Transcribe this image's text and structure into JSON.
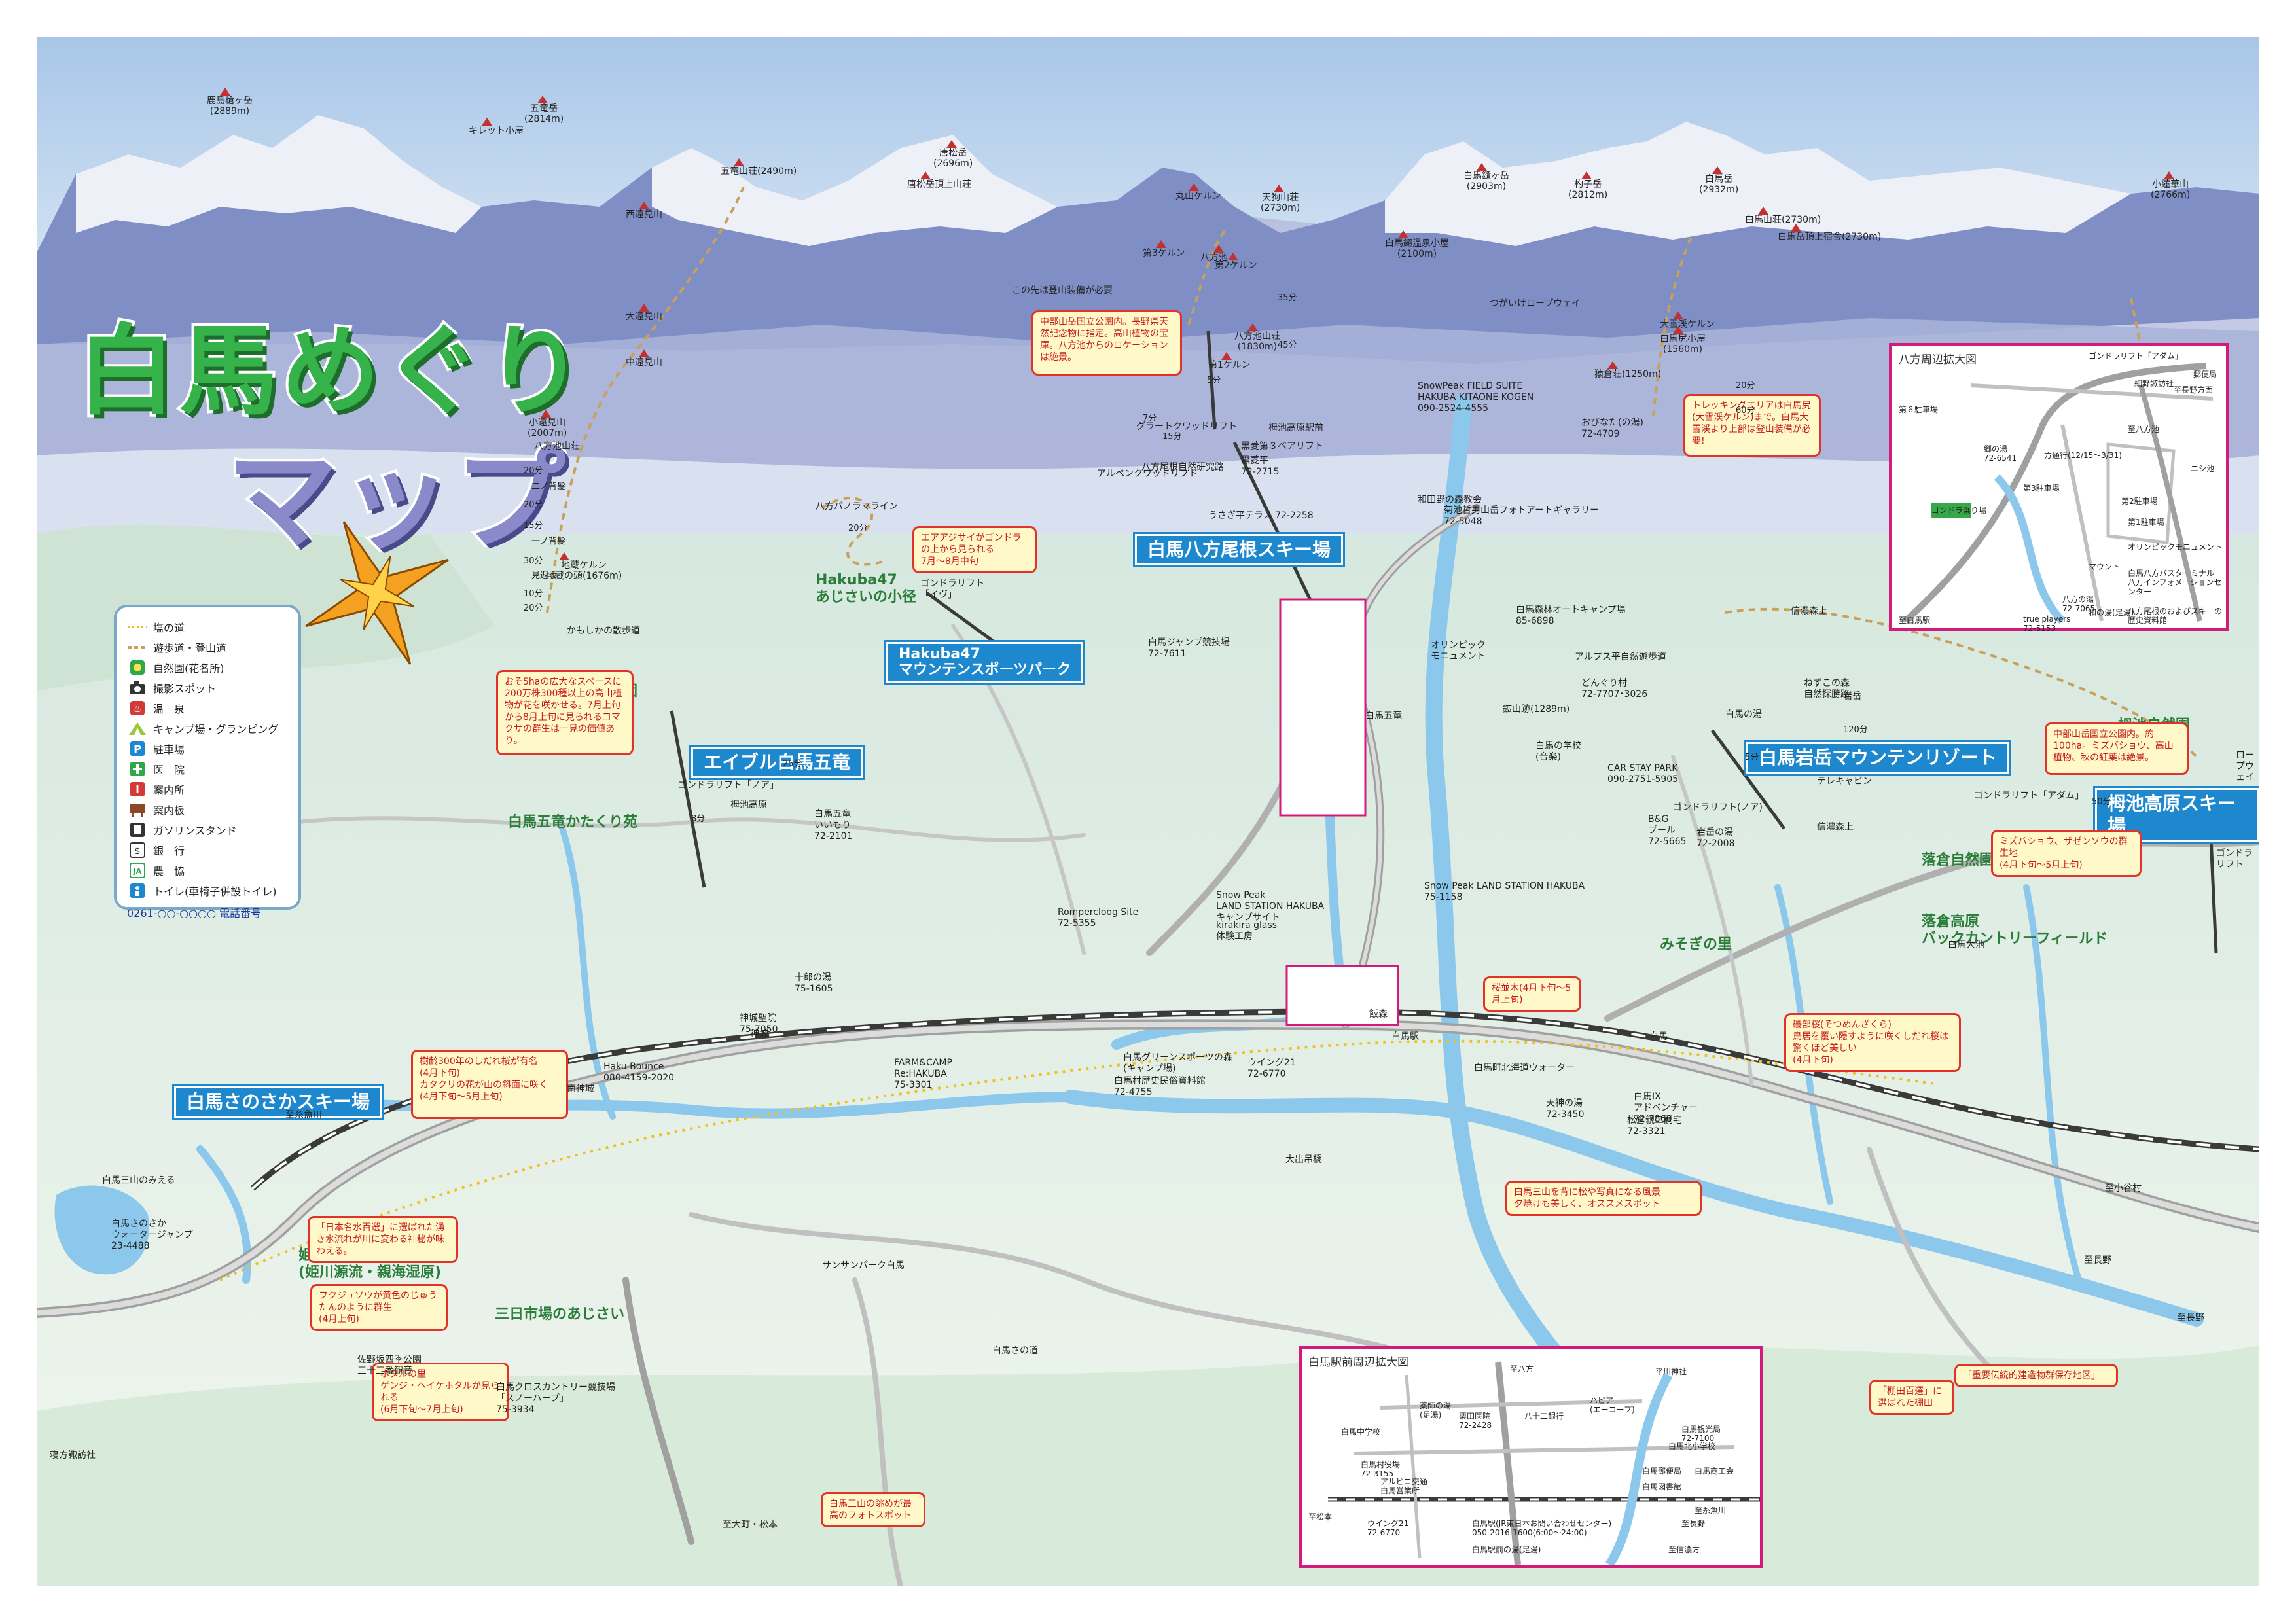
{
  "title": {
    "line1": "白馬めぐり",
    "line2": "マップ"
  },
  "legend": [
    {
      "icon": "salt-road-icon",
      "label": "塩の道"
    },
    {
      "icon": "trail-icon",
      "label": "遊歩道・登山道"
    },
    {
      "icon": "flower-park-icon",
      "label": "自然園(花名所)"
    },
    {
      "icon": "camera-icon",
      "label": "撮影スポット"
    },
    {
      "icon": "onsen-icon",
      "label": "温　泉"
    },
    {
      "icon": "camp-icon",
      "label": "キャンプ場・グランピング"
    },
    {
      "icon": "parking-icon",
      "label": "駐車場"
    },
    {
      "icon": "hospital-icon",
      "label": "医　院"
    },
    {
      "icon": "info-icon",
      "label": "案内所"
    },
    {
      "icon": "kiosk-icon",
      "label": "案内板"
    },
    {
      "icon": "gas-icon",
      "label": "ガソリンスタンド"
    },
    {
      "icon": "bank-icon",
      "label": "銀　行"
    },
    {
      "icon": "ja-icon",
      "label": "農　協"
    },
    {
      "icon": "toilet-icon",
      "label": "トイレ(車椅子併設トイレ)"
    }
  ],
  "legend_phone": "0261-○○-○○○○ 電話番号",
  "colors": {
    "trail": "#c9a05a",
    "road": "#b8b8b8",
    "river": "#8cc8ec",
    "accent": "#d21c7c",
    "ski": "#1e88cf",
    "title_green": "#36b24a",
    "title_purple": "#8a89c9"
  },
  "peaks": [
    {
      "name": "鹿島槍ヶ岳\n(2889m)"
    },
    {
      "name": "五竜岳\n(2814m)"
    },
    {
      "name": "キレット小屋"
    },
    {
      "name": "五竜山荘(2490m)"
    },
    {
      "name": "唐松岳\n(2696m)"
    },
    {
      "name": "唐松岳頂上山荘"
    },
    {
      "name": "丸山ケルン"
    },
    {
      "name": "天狗山荘\n(2730m)"
    },
    {
      "name": "白馬鑓温泉小屋\n(2100m)"
    },
    {
      "name": "白馬鑓ヶ岳\n(2903m)"
    },
    {
      "name": "杓子岳\n(2812m)"
    },
    {
      "name": "白馬岳\n(2932m)"
    },
    {
      "name": "白馬山荘(2730m)"
    },
    {
      "name": "白馬岳頂上宿舎(2730m)"
    },
    {
      "name": "小蓮華山\n(2766m)"
    },
    {
      "name": "大遠見山"
    },
    {
      "name": "中遠見山"
    },
    {
      "name": "西遠見山"
    },
    {
      "name": "小遠見山\n(2007m)"
    },
    {
      "name": "地蔵ケルン\n地蔵の頭(1676m)"
    },
    {
      "name": "八方池"
    },
    {
      "name": "第3ケルン"
    },
    {
      "name": "第2ケルン"
    },
    {
      "name": "八方池山荘\n(1830m)"
    },
    {
      "name": "第1ケルン"
    },
    {
      "name": "大雪渓ケルン"
    },
    {
      "name": "白馬尻小屋\n(1560m)"
    },
    {
      "name": "猿倉荘(1250m)"
    }
  ],
  "ski_areas": [
    {
      "label": "白馬八方尾根スキー場"
    },
    {
      "label": "エイブル白馬五竜"
    },
    {
      "label": "白馬岩岳マウンテンリゾート"
    },
    {
      "label": "栂池高原スキー場"
    },
    {
      "label": "白馬さのさかスキー場"
    },
    {
      "label": "Hakuba47\nマウンテンスポーツパーク"
    }
  ],
  "green_labels": [
    {
      "label": "Hakuba47\nあじさいの小径"
    },
    {
      "label": "白馬五竜高山植物園"
    },
    {
      "label": "白馬五竜かたくり苑"
    },
    {
      "label": "姫川源流自然探勝園\n(姫川源流・親海湿原)"
    },
    {
      "label": "三日市場のあじさい"
    },
    {
      "label": "栂池自然園"
    },
    {
      "label": "落倉自然園"
    },
    {
      "label": "落倉高原\nバックカントリーフィールド"
    },
    {
      "label": "みそぎの里"
    }
  ],
  "callouts": [
    {
      "text": "中部山岳国立公園内。長野県天然記念物に指定。高山植物の宝庫。八方池からのロケーションは絶景。"
    },
    {
      "text": "エアアジサイがゴンドラの上から見られる\n7月～8月中旬"
    },
    {
      "text": "おそ5haの広大なスペースに200万株300種以上の高山植物が花を咲かせる。7月上旬から8月上旬に見られるコマクサの群生は一見の価値あり。"
    },
    {
      "text": "トレッキングエリアは白馬尻(大雪渓ケルン)まで。白馬大雪渓より上部は登山装備が必要!"
    },
    {
      "text": "ミズバショウ、ザゼンソウの群生地\n(4月下旬～5月上旬)"
    },
    {
      "text": "中部山岳国立公園内。約100ha。ミズバショウ、高山植物、秋の紅葉は絶景。"
    },
    {
      "text": "樹齢300年のしだれ桜が有名\n(4月下旬)\nカタクリの花が山の斜面に咲く\n(4月下旬～5月上旬)"
    },
    {
      "text": "「日本名水百選」に選ばれた湧き水流れが川に変わる神秘が味わえる。"
    },
    {
      "text": "フクジュソウが黄色のじゅうたんのように群生\n(4月上旬)"
    },
    {
      "text": "ホタルの里\nゲンジ・ヘイケホタルが見られる\n(6月下旬～7月上旬)"
    },
    {
      "text": "白馬三山を背に松や写真になる風景\n夕焼けも美しく、オススメスポット"
    },
    {
      "text": "白馬三山の眺めが最高のフォトスポット"
    },
    {
      "text": "磯部桜(そつめんざくら)\n鳥居を覆い隠すように咲くしだれ桜は驚くほど美しい\n(4月下旬)"
    },
    {
      "text": "桜並木(4月下旬～5月上旬)"
    },
    {
      "text": "「棚田百選」に選ばれた棚田"
    },
    {
      "text": "「重要伝統的建造物群保存地区」"
    }
  ],
  "places": [
    {
      "label": "SnowPeak FIELD SUITE\nHAKUBA KITAONE KOGEN\n090-2524-4555"
    },
    {
      "label": "グラートクワッドリフト"
    },
    {
      "label": "アルペンクワッドリフト"
    },
    {
      "label": "黒菱第３ペアリフト"
    },
    {
      "label": "黒菱平\n72-2715"
    },
    {
      "label": "うさぎ平テラス 72-2258"
    },
    {
      "label": "和田野の森教会"
    },
    {
      "label": "菊池哲男山岳フォトアートギャラリー\n72-5048"
    },
    {
      "label": "おびなた(の湯)\n72-4709"
    },
    {
      "label": "白馬ジャンプ競技場\n72-7611"
    },
    {
      "label": "オリンピック\nモニュメント"
    },
    {
      "label": "白馬森林オートキャンプ場\n85-6898"
    },
    {
      "label": "どんぐり村\n72-7707･3026"
    },
    {
      "label": "CAR STAY PARK\n090-2751-5905"
    },
    {
      "label": "白馬五竜\nいいもり\n72-2101"
    },
    {
      "label": "Snow Peak\nLAND STATION HAKUBA\nキャンプサイト"
    },
    {
      "label": "Snow Peak LAND STATION HAKUBA\n75-1158"
    },
    {
      "label": "kirakira glass\n体験工房"
    },
    {
      "label": "Rompercloog Site\n72-5355"
    },
    {
      "label": "十郎の湯\n75-1605"
    },
    {
      "label": "神城聖院\n75-7050"
    },
    {
      "label": "Haku Bounce\n080-4159-2020"
    },
    {
      "label": "FARM&CAMP\nRe:HAKUBA\n75-3301"
    },
    {
      "label": "白馬グリーンスポーツの森\n(キャンプ場)"
    },
    {
      "label": "ウイング21\n72-6770"
    },
    {
      "label": "白馬村歴史民俗資料館\n72-4755"
    },
    {
      "label": "白馬駅"
    },
    {
      "label": "白馬町北海道ウォーター"
    },
    {
      "label": "大出吊橋"
    },
    {
      "label": "天神の湯\n72-3450"
    },
    {
      "label": "松倉親二嗣宅\n72-3321"
    },
    {
      "label": "B&G\nプール\n72-5665"
    },
    {
      "label": "岩岳の湯\n72-2008"
    },
    {
      "label": "白馬IX\nアドベンチャー\n72-7860"
    },
    {
      "label": "白馬三山のみえる"
    },
    {
      "label": "白馬さのさか\nウォータージャンプ\n23-4488"
    },
    {
      "label": "佐野坂四季公園\n三十三番観音"
    },
    {
      "label": "白馬クロスカントリー競技場\n「スノーハープ」\n75-3934"
    },
    {
      "label": "サンサンパーク白馬"
    },
    {
      "label": "白馬さの道"
    },
    {
      "label": "寝方諏訪社"
    },
    {
      "label": "至大町・松本"
    },
    {
      "label": "至長野"
    },
    {
      "label": "至長野"
    },
    {
      "label": "至小谷村"
    },
    {
      "label": "至糸魚川"
    },
    {
      "label": "南神城"
    },
    {
      "label": "神城"
    },
    {
      "label": "飯森"
    },
    {
      "label": "白馬"
    },
    {
      "label": "信濃森上"
    },
    {
      "label": "白馬大池"
    },
    {
      "label": "栂池高原"
    },
    {
      "label": "白馬五竜"
    },
    {
      "label": "八方"
    },
    {
      "label": "ゴンドラリフト「アダム」"
    },
    {
      "label": "ゴンドラリフト\n「イヴ」"
    },
    {
      "label": "ゴンドラリフト(ノア)"
    },
    {
      "label": "ゴンドラリフト「ノア」"
    },
    {
      "label": "テレキャビン"
    },
    {
      "label": "ゴンドラリフト"
    },
    {
      "label": "ロープウェイ"
    },
    {
      "label": "つがいけロープウェイ"
    },
    {
      "label": "八方尾根自然研究路"
    },
    {
      "label": "八方パノラマライン"
    },
    {
      "label": "かもしかの散歩道"
    },
    {
      "label": "アルプス平自然遊歩道"
    },
    {
      "label": "信濃森上"
    },
    {
      "label": "ねずこの森\n自然探勝路"
    },
    {
      "label": "岩岳"
    },
    {
      "label": "鉱山跡(1289m)"
    },
    {
      "label": "白馬の湯"
    },
    {
      "label": "白馬の学校\n(音楽)"
    },
    {
      "label": "栂池高原駅前"
    },
    {
      "label": "八方池山荘"
    },
    {
      "label": "この先は登山装備が必要"
    },
    {
      "label": "この先は登山装備が必要"
    }
  ],
  "times": [
    "20分",
    "20分",
    "二ノ背髪",
    "15分",
    "一ノ背髪",
    "30分",
    "見返坂",
    "10分",
    "20分",
    "35分",
    "45分",
    "20分",
    "60分",
    "120分",
    "50分",
    "25分",
    "7分",
    "5分",
    "15分",
    "20分",
    "5分",
    "8分"
  ],
  "inset_happo": {
    "title": "八方周辺拡大図",
    "labels": [
      "ゴンドラリフト「アダム」",
      "郵便局",
      "細野諏訪社",
      "第６駐車場",
      "ゴンドラ乗り場",
      "郷の湯\n72-6541",
      "一方通行(12/15～3/31)",
      "至八方池",
      "第3駐車場",
      "第2駐車場",
      "第1駐車場",
      "オリンピックモニュメント",
      "ニシ池",
      "マウント",
      "白馬八方バスターミナル\n八方インフォメーションセンター",
      "八方の湯\n72-7065",
      "和の湯(足湯)",
      "八方尾根のおよびスキーの歴史資料館",
      "true players\n72-5153",
      "至白馬駅",
      "至長野方面"
    ]
  },
  "inset_station": {
    "title": "白馬駅前周辺拡大図",
    "labels": [
      "至八方",
      "平川神社",
      "薬師の湯\n(足湯)",
      "栗田医院\n72-2428",
      "八十二銀行",
      "ハピア\n(エーコープ)",
      "白馬中学校",
      "白馬村役場\n72-3155",
      "アルピコ交通\n白馬営業所",
      "白馬観光局\n72-7100",
      "白馬北小学校",
      "白馬郵便局",
      "白馬商工会",
      "白馬図書館",
      "ウイング21\n72-6770",
      "白馬駅(JR東日本お問い合わせセンター)\n050-2016-1600(6:00～24:00)",
      "白馬駅前の湯(足湯)",
      "至糸魚川",
      "至長野",
      "至信濃方",
      "至松本"
    ]
  }
}
